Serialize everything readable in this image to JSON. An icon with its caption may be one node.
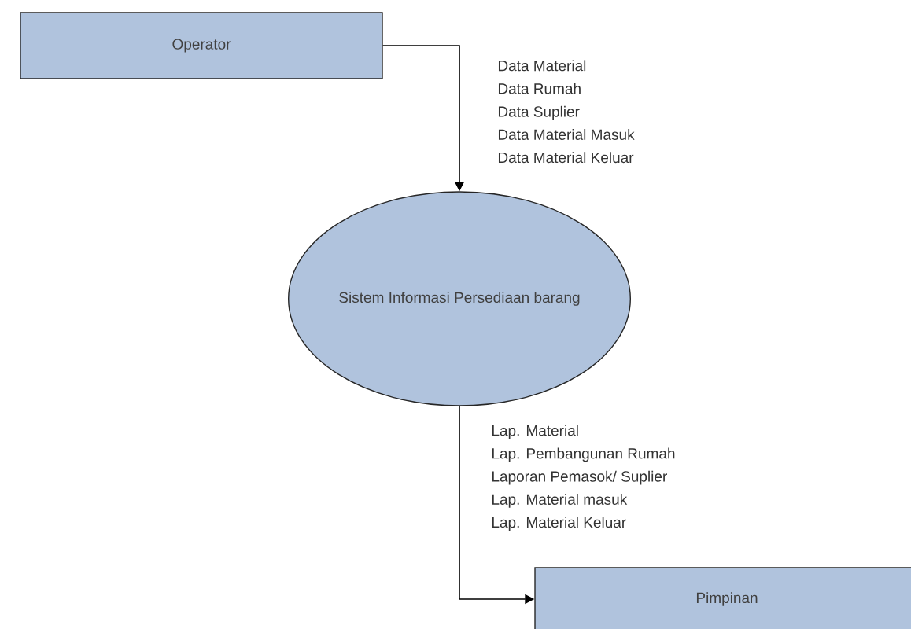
{
  "diagram": {
    "nodes": [
      {
        "text": [
          "Operator"
        ]
      },
      {
        "text": [
          "Sistem Informasi Persediaan barang"
        ]
      },
      {
        "text": [
          "Pimpinan"
        ]
      }
    ],
    "edges": [
      {
        "from": 0,
        "to": 1,
        "arrow": "to",
        "label": [
          "Data Material",
          "Data Rumah",
          "Data Suplier",
          "Data Material Masuk",
          "Data Material Keluar"
        ]
      },
      {
        "from": 1,
        "to": 2,
        "arrow": "to",
        "label": [
          "Lap. Material",
          "Lap. Pembangunan Rumah",
          "Laporan Pemasok/ Suplier",
          "Lap. Material masuk",
          "Lap. Material Keluar"
        ]
      }
    ]
  }
}
